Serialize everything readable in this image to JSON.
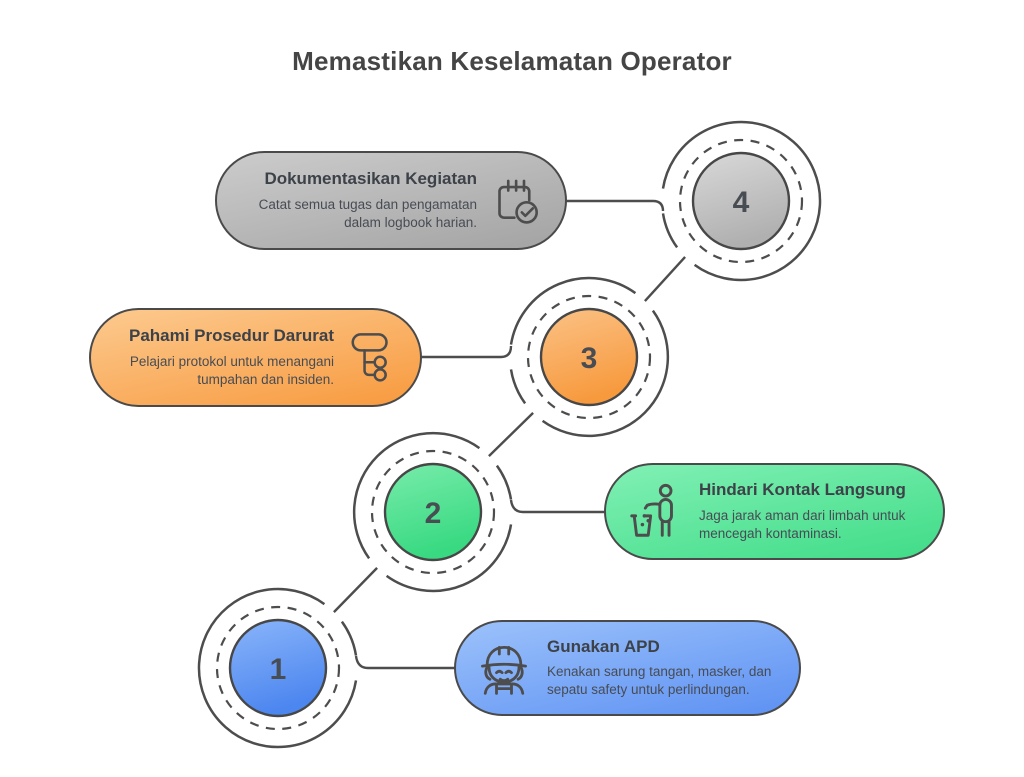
{
  "title": "Memastikan Keselamatan Operator",
  "steps": [
    {
      "number": "1",
      "title": "Gunakan APD",
      "description": "Kenakan sarung tangan, masker, dan sepatu safety untuk perlindungan.",
      "icon": "worker-hardhat-icon",
      "accent": "#6093f3",
      "accent_light": "#9cc2fb"
    },
    {
      "number": "2",
      "title": "Hindari Kontak Langsung",
      "description": "Jaga jarak aman dari limbah untuk mencegah kontaminasi.",
      "icon": "dispose-litter-icon",
      "accent": "#43dd8a",
      "accent_light": "#81f0b4"
    },
    {
      "number": "3",
      "title": "Pahami Prosedur Darurat",
      "description": "Pelajari protokol untuk menangani tumpahan dan insiden.",
      "icon": "procedure-flowchart-icon",
      "accent": "#f89c42",
      "accent_light": "#fcca8f"
    },
    {
      "number": "4",
      "title": "Dokumentasikan Kegiatan",
      "description": "Catat semua tugas dan pengamatan dalam logbook harian.",
      "icon": "logbook-check-icon",
      "accent": "#a5a5a5",
      "accent_light": "#cccccc"
    }
  ],
  "colors": {
    "outline": "#4d4d4d",
    "heading_text": "#454545",
    "card_title_text": "#3d4249",
    "card_body_text": "#474c54",
    "background": "#ffffff"
  }
}
